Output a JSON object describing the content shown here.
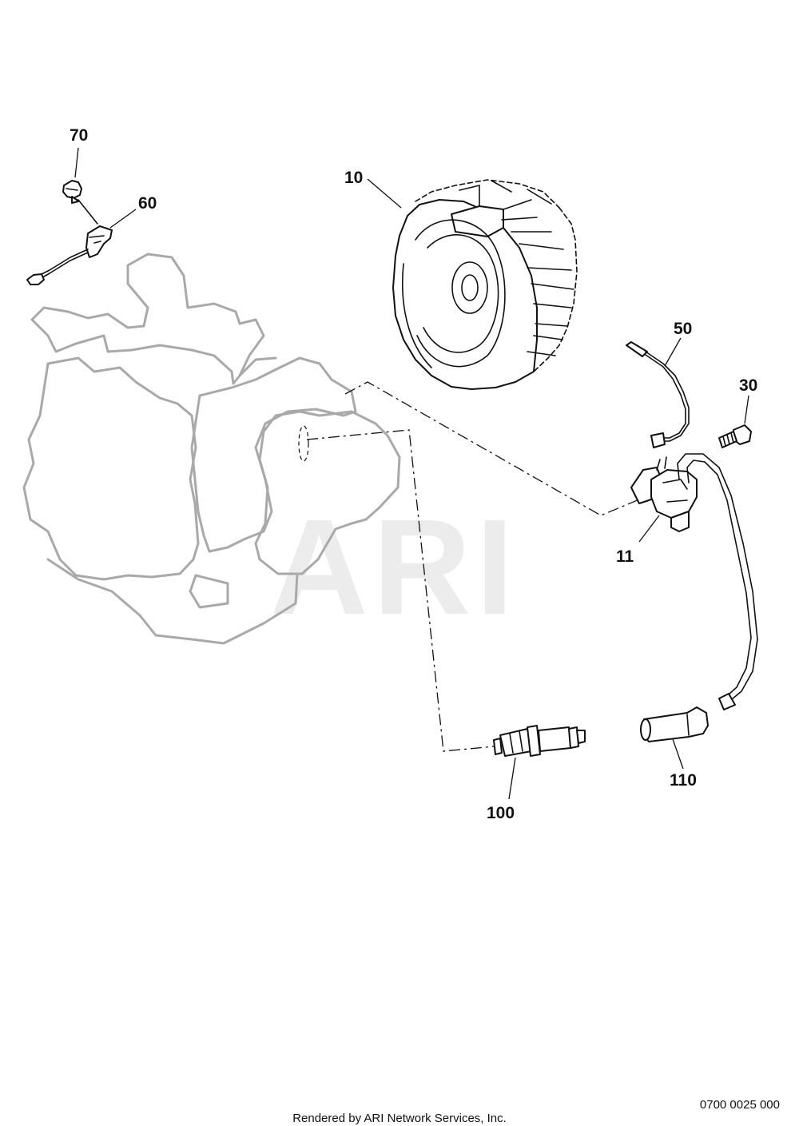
{
  "watermark": "ARI",
  "callouts": {
    "p70": "70",
    "p60": "60",
    "p10": "10",
    "p50": "50",
    "p30": "30",
    "p11": "11",
    "p110": "110",
    "p100": "100"
  },
  "footer": {
    "rendered_by": "Rendered by ARI Network Services, Inc.",
    "diagram_code": "0700 0025 000"
  }
}
